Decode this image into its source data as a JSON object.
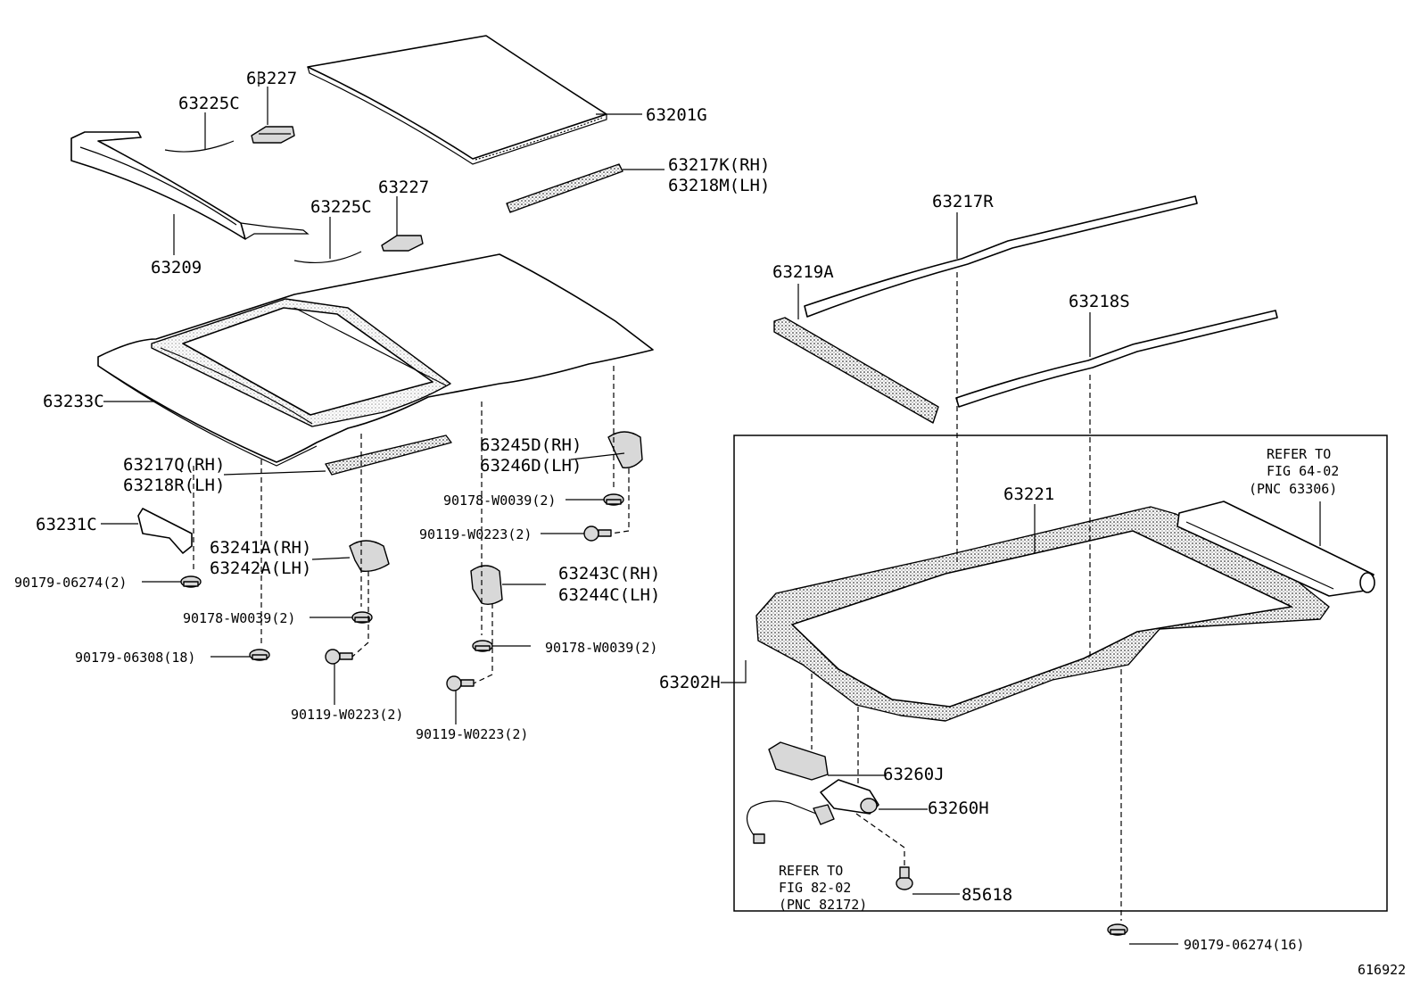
{
  "diagram": {
    "figure_id": "616922",
    "labels": {
      "l_63227_a": "63227",
      "l_63225c_a": "63225C",
      "l_63201g": "63201G",
      "l_63217k": "63217K(RH)",
      "l_63218m": "63218M(LH)",
      "l_63227_b": "63227",
      "l_63225c_b": "63225C",
      "l_63209": "63209",
      "l_63217r": "63217R",
      "l_63219a": "63219A",
      "l_63218s": "63218S",
      "l_63233c": "63233C",
      "l_63245d": "63245D(RH)",
      "l_63246d": "63246D(LH)",
      "l_63217q": "63217Q(RH)",
      "l_63218r": "63218R(LH)",
      "l_90178_a": "90178-W0039(2)",
      "l_90119_a": "90119-W0223(2)",
      "l_63231c": "63231C",
      "l_63241a": "63241A(RH)",
      "l_63242a": "63242A(LH)",
      "l_63243c": "63243C(RH)",
      "l_63244c": "63244C(LH)",
      "l_90179_06274_a": "90179-06274(2)",
      "l_90178_b": "90178-W0039(2)",
      "l_90179_06308": "90179-06308(18)",
      "l_90178_c": "90178-W0039(2)",
      "l_90119_b": "90119-W0223(2)",
      "l_90119_c": "90119-W0223(2)",
      "l_63221": "63221",
      "l_63202h": "63202H",
      "l_63260j": "63260J",
      "l_63260h": "63260H",
      "l_85618": "85618",
      "l_90179_06274_b": "90179-06274(16)"
    },
    "refs": {
      "ref1_line1": "REFER TO",
      "ref1_line2": "FIG 64-02",
      "ref1_line3": "(PNC 63306)",
      "ref2_line1": "REFER TO",
      "ref2_line2": "FIG 82-02",
      "ref2_line3": "(PNC 82172)"
    }
  }
}
